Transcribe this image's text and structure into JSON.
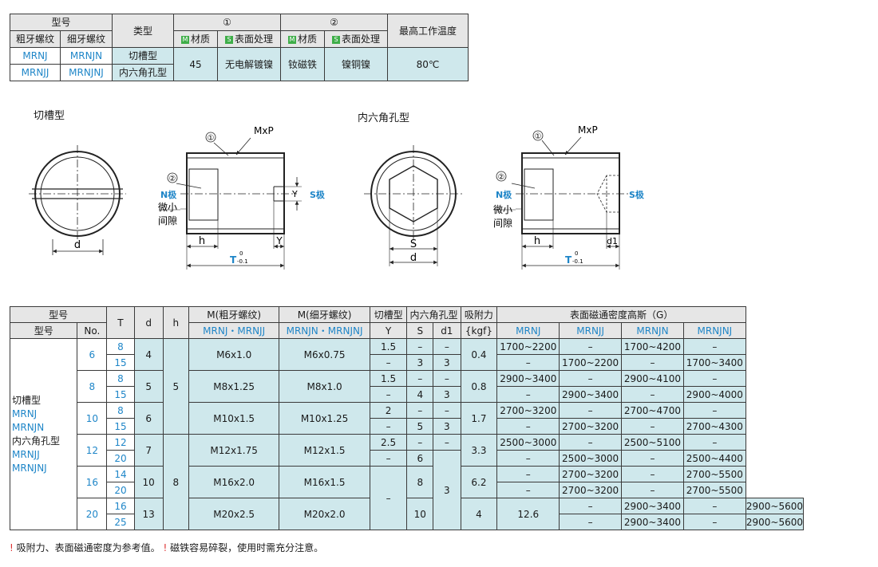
{
  "spec_table": {
    "h_model": "型号",
    "h_coarse": "粗牙螺纹",
    "h_fine": "细牙螺纹",
    "h_type": "类型",
    "h_part1": "①",
    "h_part2": "②",
    "h_max_temp": "最高工作温度",
    "h_material": "材质",
    "h_surface": "表面处理",
    "badge_m": "M",
    "badge_s": "S",
    "rows": [
      {
        "coarse": "MRNJ",
        "fine": "MRNJN",
        "type": "切槽型"
      },
      {
        "coarse": "MRNJJ",
        "fine": "MRNJNJ",
        "type": "内六角孔型"
      }
    ],
    "mat1": "45",
    "surf1": "无电解镀镍",
    "mat2": "钕磁铁",
    "surf2": "镍铜镍",
    "temp": "80℃"
  },
  "drawings": {
    "slot_title": "切槽型",
    "hex_title": "内六角孔型",
    "d": "d",
    "s": "S",
    "mxp": "MxP",
    "c1": "①",
    "c2": "②",
    "n_pole": "N极",
    "s_pole": "S极",
    "gap1": "微小",
    "gap2": "间隙",
    "h": "h",
    "y": "Y",
    "y_side": "Y",
    "d1": "d1",
    "t": "T",
    "tol_up": "0",
    "tol_low": "-0.1"
  },
  "dim_table": {
    "h_model": "型号",
    "h_model2": "型号",
    "h_no": "No.",
    "h_t": "T",
    "h_d": "d",
    "h_h": "h",
    "h_mc": "M(粗牙螺纹)",
    "h_mf": "M(细牙螺纹)",
    "h_slot": "切槽型",
    "h_hex": "内六角孔型",
    "h_force": "吸附力",
    "h_gauss": "表面磁通密度高斯（G）",
    "s_mc": "MRNJ・MRNJJ",
    "s_mf": "MRNJN・MRNJNJ",
    "s_y": "Y",
    "s_s": "S",
    "s_d1": "d1",
    "s_kgf": "{kgf}",
    "g1": "MRNJ",
    "g2": "MRNJJ",
    "g3": "MRNJN",
    "g4": "MRNJNJ",
    "model_lines": [
      "切槽型",
      "MRNJ",
      "MRNJN",
      "内六角孔型",
      "MRNJJ",
      "MRNJNJ"
    ],
    "groups": [
      {
        "no": "6",
        "d": "4",
        "mc": "M6x1.0",
        "mf": "M6x0.75",
        "f": "0.4",
        "r": [
          {
            "t": "8",
            "y": "1.5",
            "s": "–",
            "d1": "–",
            "g1": "1700~2200",
            "g2": "–",
            "g3": "1700~4200",
            "g4": "–"
          },
          {
            "t": "15",
            "y": "–",
            "s": "3",
            "d1": "3",
            "g1": "–",
            "g2": "1700~2200",
            "g3": "–",
            "g4": "1700~3400"
          }
        ]
      },
      {
        "no": "8",
        "d": "5",
        "h": "5",
        "mc": "M8x1.25",
        "mf": "M8x1.0",
        "f": "0.8",
        "r": [
          {
            "t": "8",
            "y": "1.5",
            "s": "–",
            "d1": "–",
            "g1": "2900~3400",
            "g2": "–",
            "g3": "2900~4100",
            "g4": "–"
          },
          {
            "t": "15",
            "y": "–",
            "s": "4",
            "d1": "3",
            "g1": "–",
            "g2": "2900~3400",
            "g3": "–",
            "g4": "2900~4000"
          }
        ]
      },
      {
        "no": "10",
        "d": "6",
        "mc": "M10x1.5",
        "mf": "M10x1.25",
        "f": "1.7",
        "r": [
          {
            "t": "8",
            "y": "2",
            "s": "–",
            "d1": "–",
            "g1": "2700~3200",
            "g2": "–",
            "g3": "2700~4700",
            "g4": "–"
          },
          {
            "t": "15",
            "y": "–",
            "s": "5",
            "d1": "3",
            "g1": "–",
            "g2": "2700~3200",
            "g3": "–",
            "g4": "2700~4300"
          }
        ]
      },
      {
        "no": "12",
        "d": "7",
        "mc": "M12x1.75",
        "mf": "M12x1.5",
        "f": "3.3",
        "r": [
          {
            "t": "12",
            "y": "2.5",
            "s": "–",
            "d1": "–",
            "g1": "2500~3000",
            "g2": "–",
            "g3": "2500~5100",
            "g4": "–"
          },
          {
            "t": "20",
            "y": "–",
            "s": "6",
            "g1": "–",
            "g2": "2500~3000",
            "g3": "–",
            "g4": "2500~4400"
          }
        ]
      },
      {
        "no": "16",
        "d": "10",
        "h": "8",
        "mc": "M16x2.0",
        "mf": "M16x1.5",
        "f": "6.2",
        "s": "8",
        "d1": "3",
        "y": "–",
        "r": [
          {
            "t": "14",
            "g1": "–",
            "g2": "2700~3200",
            "g3": "–",
            "g4": "2700~5500"
          },
          {
            "t": "20",
            "g1": "–",
            "g2": "2700~3200",
            "g3": "–",
            "g4": "2700~5500"
          }
        ]
      },
      {
        "no": "20",
        "d": "13",
        "mc": "M20x2.5",
        "mf": "M20x2.0",
        "f": "12.6",
        "s": "10",
        "d1": "4",
        "r": [
          {
            "t": "16",
            "g1": "–",
            "g2": "2900~3400",
            "g3": "–",
            "g4": "2900~5600"
          },
          {
            "t": "25",
            "g1": "–",
            "g2": "2900~3400",
            "g3": "–",
            "g4": "2900~5600"
          }
        ]
      }
    ]
  },
  "note": {
    "mark": "!",
    "text1": "吸附力、表面磁通密度为参考值。",
    "text2": "磁铁容易碎裂，使用时需充分注意。"
  }
}
